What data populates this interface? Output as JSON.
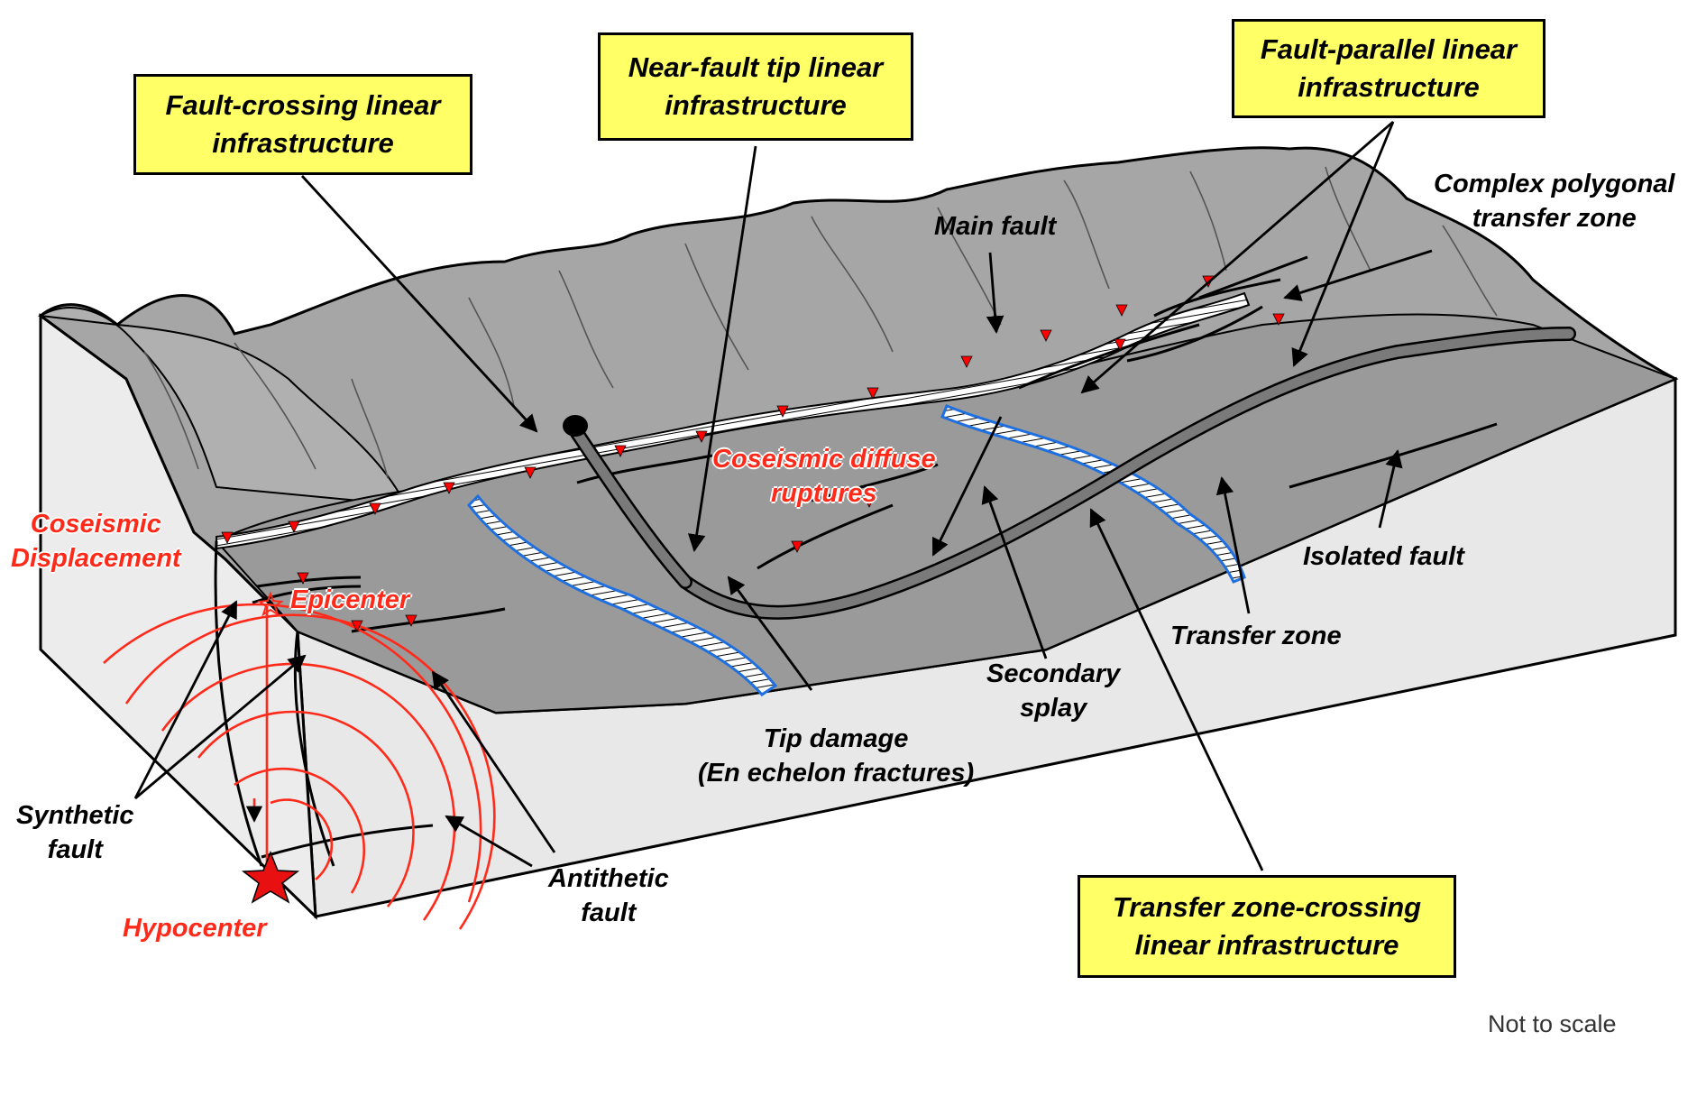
{
  "callouts": {
    "fault_crossing": [
      "Fault-crossing linear",
      "infrastructure"
    ],
    "near_fault_tip": [
      "Near-fault tip linear",
      "infrastructure"
    ],
    "fault_parallel": [
      "Fault-parallel linear",
      "infrastructure"
    ],
    "transfer_zone_crossing": [
      "Transfer zone-crossing",
      "linear infrastructure"
    ]
  },
  "labels": {
    "main_fault": "Main fault",
    "complex_polygonal": [
      "Complex polygonal",
      "transfer zone"
    ],
    "coseismic_diffuse": [
      "Coseismic diffuse",
      "ruptures"
    ],
    "isolated_fault": "Isolated fault",
    "transfer_zone": "Transfer zone",
    "secondary_splay": [
      "Secondary",
      "splay"
    ],
    "tip_damage": [
      "Tip damage",
      "(En echelon fractures)"
    ],
    "coseismic_displacement": [
      "Coseismic",
      "Displacement"
    ],
    "epicenter": "Epicenter",
    "hypocenter": "Hypocenter",
    "synthetic_fault": [
      "Synthetic",
      "fault"
    ],
    "antithetic_fault": [
      "Antithetic",
      "fault"
    ]
  },
  "note": "Not to scale",
  "colors": {
    "callout_fill": "#ffff66",
    "terrain_top": "#a6a6a6",
    "lowland": "#9a9a9a",
    "block_side": "#e8e8e8",
    "fault_marker": "#ff0000",
    "red_text": "#ff2a1a",
    "infrastructure": "#7a7a7a",
    "fault_scarp_blue": "#1e6fe0"
  }
}
